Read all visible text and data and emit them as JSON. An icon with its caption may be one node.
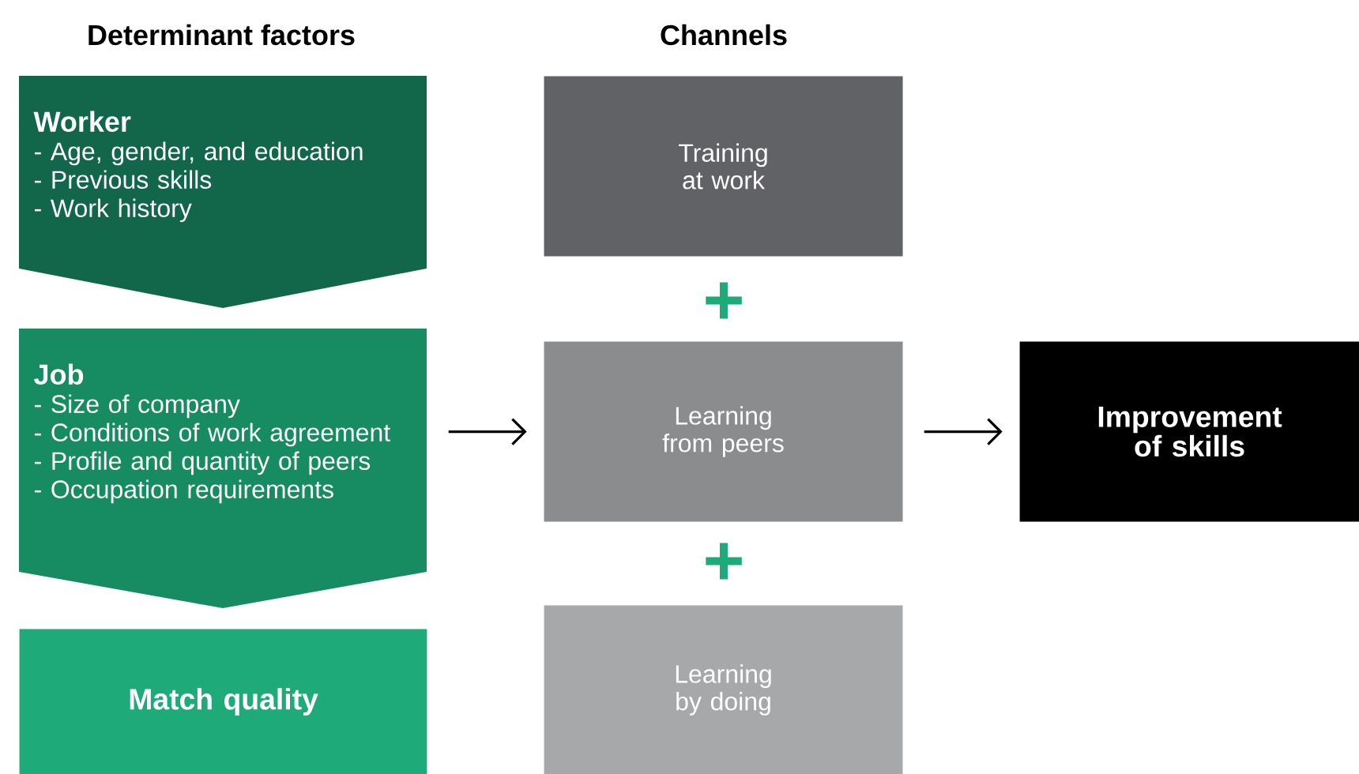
{
  "diagram": {
    "nodes": [
      {
        "text": [
          "Worker",
          "- Age, gender, and education",
          "- Previous skills",
          "- Work history"
        ]
      },
      {
        "text": [
          "Job",
          "- Size of company",
          "- Conditions of work agreement",
          "- Profile and quantity of peers",
          "- Occupation requirements"
        ]
      },
      {
        "text": [
          "Match quality"
        ]
      },
      {
        "text": [
          "Training at work"
        ]
      },
      {
        "text": [
          "Learning from peers"
        ]
      },
      {
        "text": [
          "Learning by doing"
        ]
      },
      {
        "text": [
          "Improvement of skills"
        ]
      }
    ],
    "edges": [
      {
        "from": 1,
        "to": 4,
        "arrow": "to"
      },
      {
        "from": 4,
        "to": 6,
        "arrow": "to"
      }
    ],
    "labels": [
      "Determinant factors",
      "Channels",
      "+",
      "+"
    ]
  }
}
